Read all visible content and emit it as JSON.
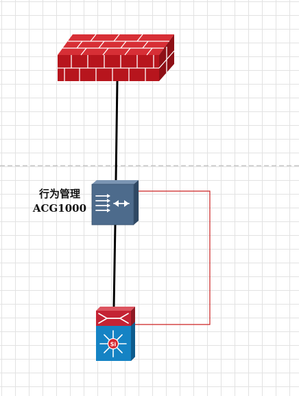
{
  "devices": [
    {
      "id": "firewall",
      "icon": "firewall-icon",
      "label_lines": []
    },
    {
      "id": "behavior-manager",
      "icon": "traffic-manager-icon",
      "label_lines": [
        "行为管理",
        "ACG1000"
      ]
    },
    {
      "id": "core-switch",
      "icon": "layer3-switch-icon",
      "label_lines": []
    }
  ],
  "links": [
    {
      "from": "firewall",
      "to": "behavior-manager",
      "color": "#000000"
    },
    {
      "from": "behavior-manager",
      "to": "core-switch",
      "color": "#000000"
    },
    {
      "from": "behavior-manager",
      "to": "core-switch",
      "color": "#cc2222"
    }
  ],
  "colors": {
    "firewall": "#c0171f",
    "manager": "#4d6b8c",
    "switch_top": "#c42334",
    "switch_bottom": "#1583c4",
    "boundary_line": "#bbbbbb"
  },
  "divider": "dashed"
}
